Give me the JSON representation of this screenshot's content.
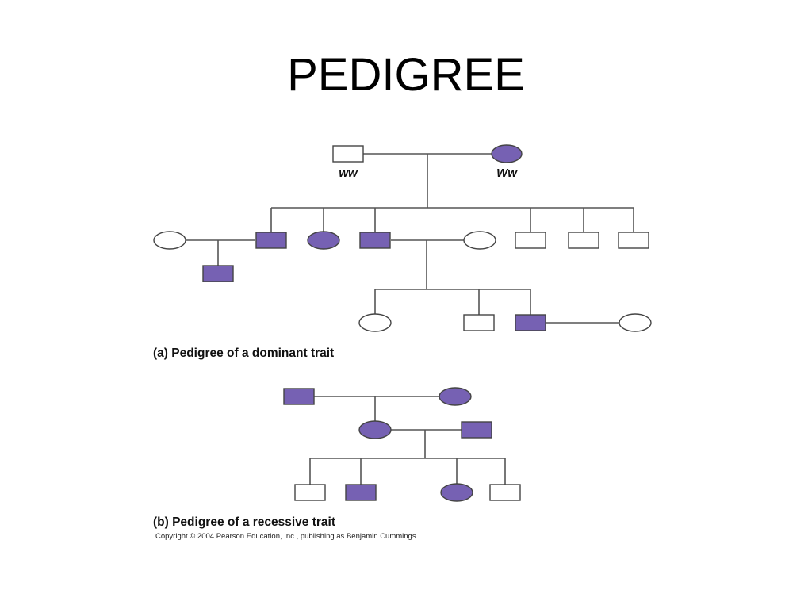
{
  "slide": {
    "title": "PEDIGREE"
  },
  "legend": {
    "affected_color": "#7661b3",
    "unaffected_color": "#ffffff",
    "line_color": "#555555",
    "male_symbol": "square",
    "female_symbol": "circle"
  },
  "pedigree_a": {
    "caption": "(a) Pedigree of a dominant trait",
    "father_genotype": "ww",
    "mother_genotype": "Ww",
    "generation_1": [
      {
        "sex": "male",
        "affected": false
      },
      {
        "sex": "female",
        "affected": true
      }
    ],
    "generation_2": [
      {
        "sex": "male",
        "affected": true
      },
      {
        "sex": "female",
        "affected": true
      },
      {
        "sex": "male",
        "affected": true
      },
      {
        "sex": "male",
        "affected": false
      },
      {
        "sex": "male",
        "affected": false
      },
      {
        "sex": "male",
        "affected": false
      }
    ],
    "generation_2_spouses": [
      {
        "sex": "female",
        "affected": false
      },
      {
        "sex": "female",
        "affected": false
      }
    ],
    "generation_3": [
      {
        "sex": "male",
        "affected": true
      },
      {
        "sex": "female",
        "affected": false
      },
      {
        "sex": "male",
        "affected": false
      },
      {
        "sex": "male",
        "affected": true
      }
    ],
    "generation_3_spouses": [
      {
        "sex": "female",
        "affected": false
      }
    ]
  },
  "pedigree_b": {
    "caption": "(b) Pedigree of a recessive trait",
    "generation_1": [
      {
        "sex": "male",
        "affected": true
      },
      {
        "sex": "female",
        "affected": true
      }
    ],
    "generation_2": [
      {
        "sex": "female",
        "affected": true
      },
      {
        "sex": "male",
        "affected": true
      }
    ],
    "generation_3": [
      {
        "sex": "male",
        "affected": false
      },
      {
        "sex": "male",
        "affected": true
      },
      {
        "sex": "female",
        "affected": true
      },
      {
        "sex": "male",
        "affected": false
      }
    ]
  },
  "copyright": "Copyright © 2004 Pearson Education, Inc., publishing as Benjamin Cummings."
}
